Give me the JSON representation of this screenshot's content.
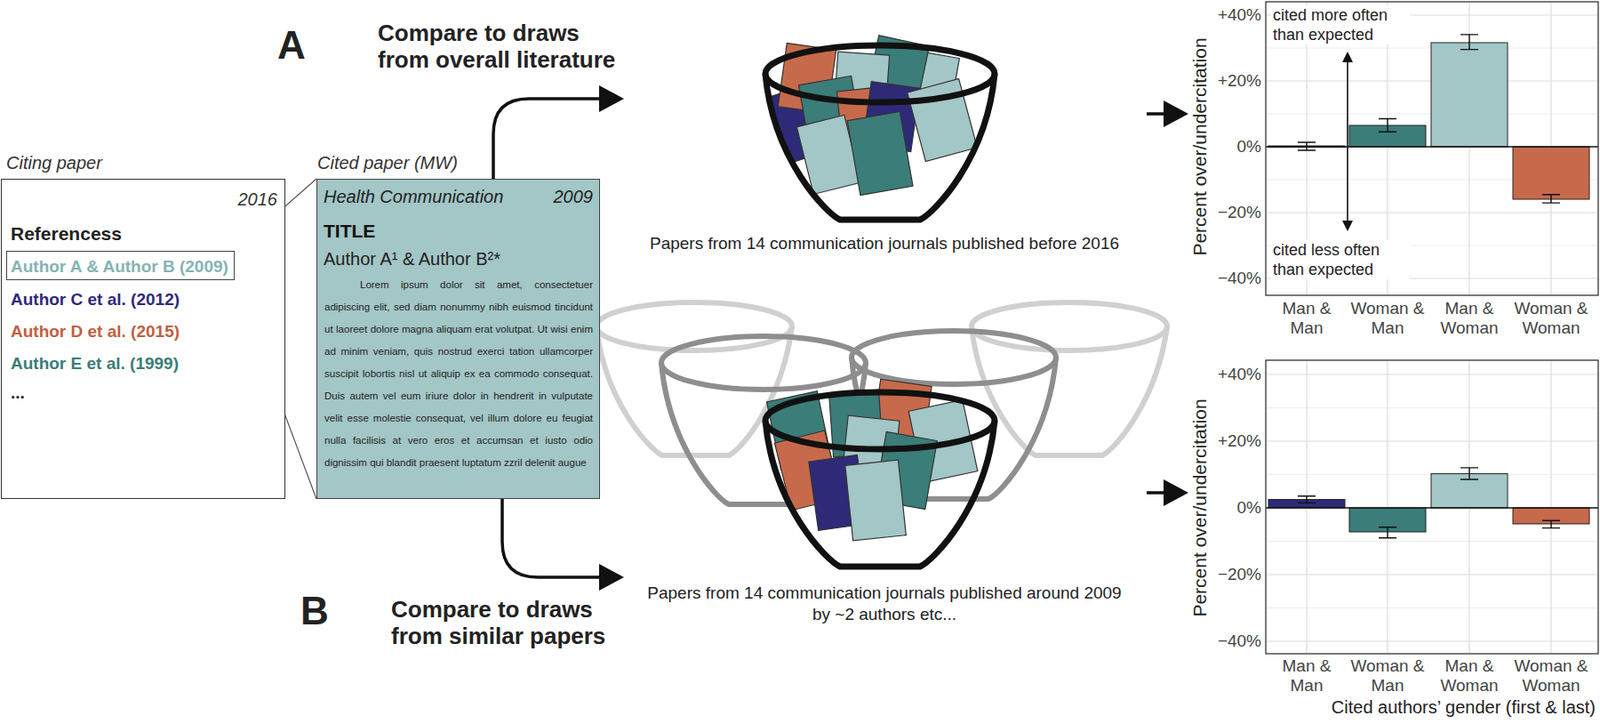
{
  "diagram": {
    "nodes": [
      {
        "text": [
          "Citing paper",
          "2016",
          "Referencess",
          "Author C et al. (2012)",
          "Author D et al. (2015)",
          "Author E et al. (1999)",
          "..."
        ]
      },
      {
        "text": [
          "Author A & Author B (2009)"
        ],
        "in": 0
      },
      {
        "text": [
          "Cited paper (MW)",
          "Health Communication",
          "2009",
          "TITLE",
          "Author A¹ & Author B²*",
          "Lorem ipsum dolor sit amet, consectetuer adipiscing elit, sed diam nonummy nibh euismod tincidunt ut laoreet dolore magna aliquam erat volutpat. Ut wisi enim ad minim veniam, quis nostrud exerci tation ullamcorper suscipit lobortis nisl ut aliquip ex ea commodo consequat. Duis autem vel eum iriure dolor in hendrerit in vulputate velit esse molestie consequat, vel illum dolore eu feugiat nulla facilisis at vero eros et accumsan et iusto odio dignissim qui blandit praesent luptatum zzril delenit augue"
        ]
      },
      {
        "text": [
          "Papers from 14 communication journals published before 2016"
        ]
      },
      {
        "text": [
          "Papers from 14 communication journals published around 2009 by ~2 authors etc..."
        ]
      },
      {
        "text": [
          "Percent over/undercitation",
          "cited more often than expected",
          "cited less often than expected",
          "+40%",
          "+20%",
          "0%",
          "−20%",
          "−40%",
          "Man & Man",
          "Woman & Man",
          "Man & Woman",
          "Woman & Woman"
        ]
      },
      {
        "text": [
          "Percent over/undercitation",
          "+40%",
          "+20%",
          "0%",
          "−20%",
          "−40%",
          "Man & Man",
          "Woman & Man",
          "Man & Woman",
          "Woman & Woman",
          "Cited authors’ gender (first & last)"
        ]
      }
    ],
    "edges": [
      {
        "from": 1,
        "to": 2,
        "arrow": "none"
      },
      {
        "from": 2,
        "to": 3,
        "arrow": "to"
      },
      {
        "from": 2,
        "to": 4,
        "arrow": "to"
      },
      {
        "from": 3,
        "to": 5,
        "arrow": "to"
      },
      {
        "from": 4,
        "to": 6,
        "arrow": "to"
      }
    ],
    "labels": [
      "A",
      "Compare to draws from overall literature",
      "B",
      "Compare to draws from similar papers"
    ]
  }
}
